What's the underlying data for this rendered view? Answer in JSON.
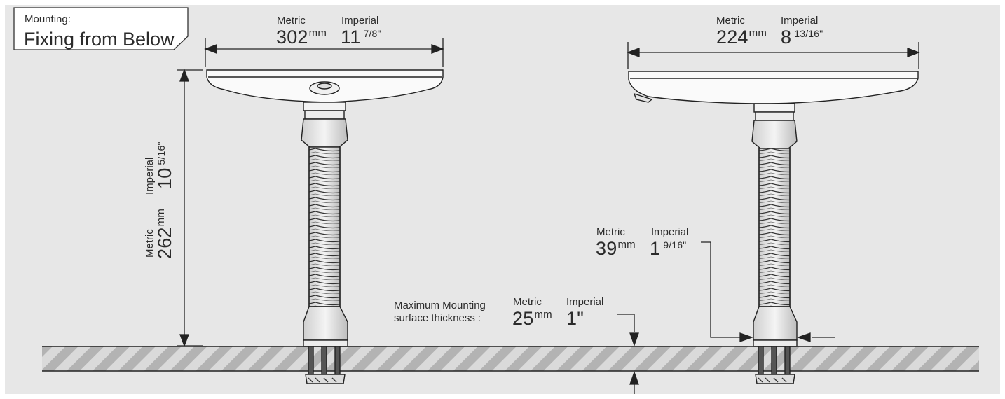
{
  "title": {
    "small": "Mounting:",
    "big": "Fixing from Below"
  },
  "dimensions": {
    "left_width": {
      "metric_label": "Metric",
      "metric_value": "302",
      "metric_unit": "mm",
      "imperial_label": "Imperial",
      "imperial_whole": "11",
      "imperial_frac": "7/8\""
    },
    "right_width": {
      "metric_label": "Metric",
      "metric_value": "224",
      "metric_unit": "mm",
      "imperial_label": "Imperial",
      "imperial_whole": "8",
      "imperial_frac": "13/16\""
    },
    "height": {
      "metric_label": "Metric",
      "metric_value": "262",
      "metric_unit": "mm",
      "imperial_label": "Imperial",
      "imperial_whole": "10",
      "imperial_frac": "5/16\""
    },
    "base_width": {
      "metric_label": "Metric",
      "metric_value": "39",
      "metric_unit": "mm",
      "imperial_label": "Imperial",
      "imperial_whole": "1",
      "imperial_frac": "9/16\""
    },
    "thickness": {
      "caption_line1": "Maximum Mounting",
      "caption_line2": "surface thickness :",
      "metric_label": "Metric",
      "metric_value": "25",
      "metric_unit": "mm",
      "imperial_label": "Imperial",
      "imperial_value": "1\""
    }
  },
  "colors": {
    "background": "#e7e7e7",
    "line": "#222222",
    "surface_stripe": "#b3b3b3",
    "surface_gap": "#dadada"
  }
}
